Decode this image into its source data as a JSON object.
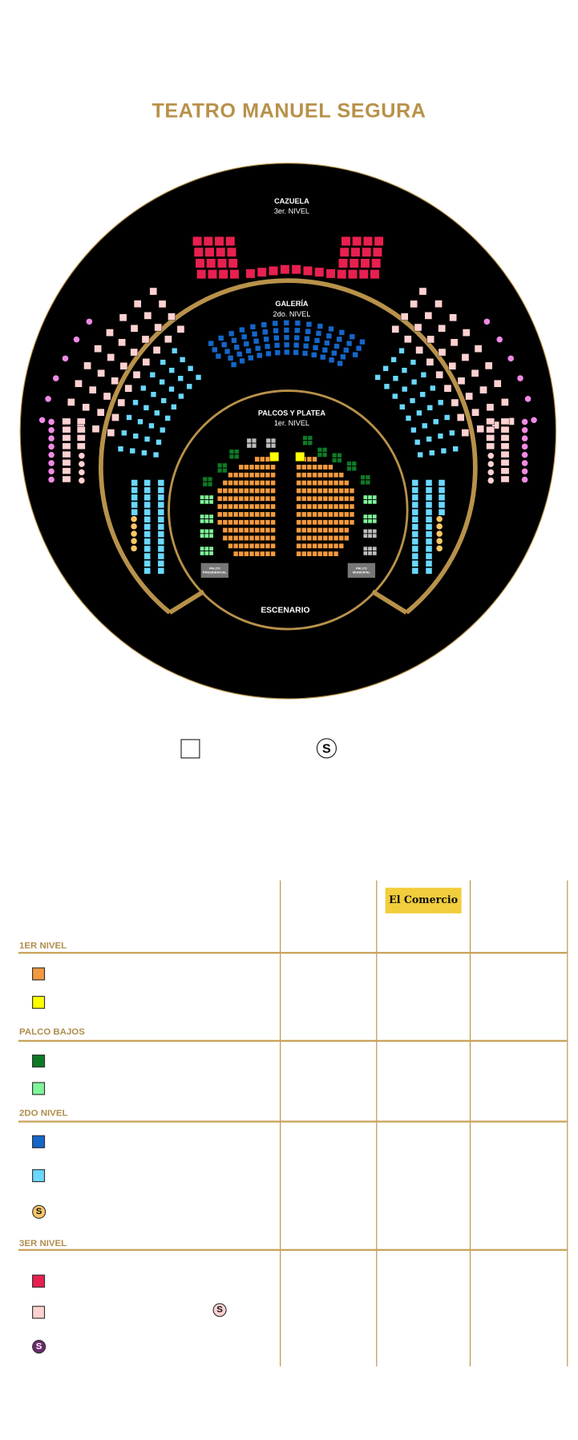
{
  "title": "TEATRO MANUEL SEGURA",
  "map": {
    "cazuela": {
      "name": "CAZUELA",
      "level": "3er. NIVEL"
    },
    "galeria": {
      "name": "GALERÍA",
      "level": "2do. NIVEL"
    },
    "platea": {
      "name": "PALCOS Y PLATEA",
      "level": "1er. NIVEL"
    },
    "stage": "ESCENARIO",
    "palco_presidencial": [
      "PALCO",
      "PRESIDENCIAL"
    ],
    "palco_municipal": [
      "PALCO",
      "MUNICIPAL"
    ],
    "colors": {
      "platea": "#f39a3f",
      "platea_special": "#ffff00",
      "palco_bajo": "#0e7a26",
      "palco_bajo_light": "#7ff59a",
      "unavailable": "#bdbdbd",
      "galeria": "#1466c8",
      "galeria_side": "#6ad8ff",
      "galeria_s": "#f7c766",
      "cazuela": "#e8204f",
      "cazuela_side": "#ffd1d1",
      "cazuela_s": "#f08ae6",
      "gold": "#b8924a"
    }
  },
  "legend": {
    "seat_symbol": "",
    "s_symbol": "S"
  },
  "table": {
    "sponsor_logo": "El Comercio",
    "sections": [
      {
        "label": "1ER NIVEL",
        "items": [
          {
            "color": "#f39a3f"
          },
          {
            "color": "#ffff00"
          }
        ]
      },
      {
        "label": "PALCO BAJOS",
        "items": [
          {
            "color": "#0e7a26"
          },
          {
            "color": "#7ff59a"
          }
        ]
      },
      {
        "label": "2DO NIVEL",
        "items": [
          {
            "color": "#1466c8"
          },
          {
            "color": "#6ad8ff"
          },
          {
            "color": "#f7c766",
            "symbol": "S"
          }
        ]
      },
      {
        "label": "3ER NIVEL",
        "items": [
          {
            "color": "#e8204f"
          },
          {
            "color": "#ffd1d1",
            "extra_symbol": "S"
          },
          {
            "color": "#6b2a6b",
            "symbol": "S"
          }
        ]
      }
    ]
  }
}
